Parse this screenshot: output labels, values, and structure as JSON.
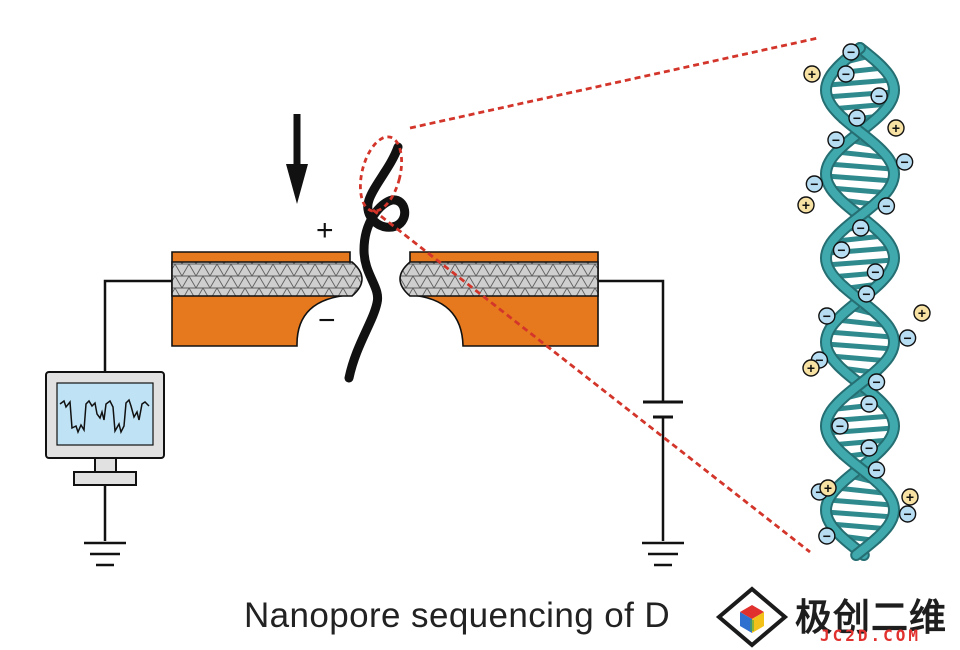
{
  "diagram": {
    "caption": "Nanopore sequencing of D",
    "polarity": {
      "top": "+",
      "bottom": "−"
    },
    "ion_signs": {
      "anion": "−",
      "cation": "+"
    },
    "icons": [
      "downward-arrow-icon",
      "monitor-icon",
      "ground-icon",
      "battery-icon",
      "dna-helix-icon"
    ],
    "colors": {
      "membrane": "#e6781e",
      "pore_liner": "#c8c8c8",
      "strand": "#111111",
      "zoom_line": "#d3352a",
      "helix": "#3fa9ad",
      "anion_fill": "#b7ddf2",
      "cation_fill": "#f7e2a3",
      "screen": "#bfe3f5"
    }
  },
  "watermark": {
    "name_zh": "极创二维",
    "name_en": "JC2D.COM",
    "colors": [
      "#e0312e",
      "#f2c21b",
      "#2f6fcf",
      "#47a948"
    ]
  }
}
